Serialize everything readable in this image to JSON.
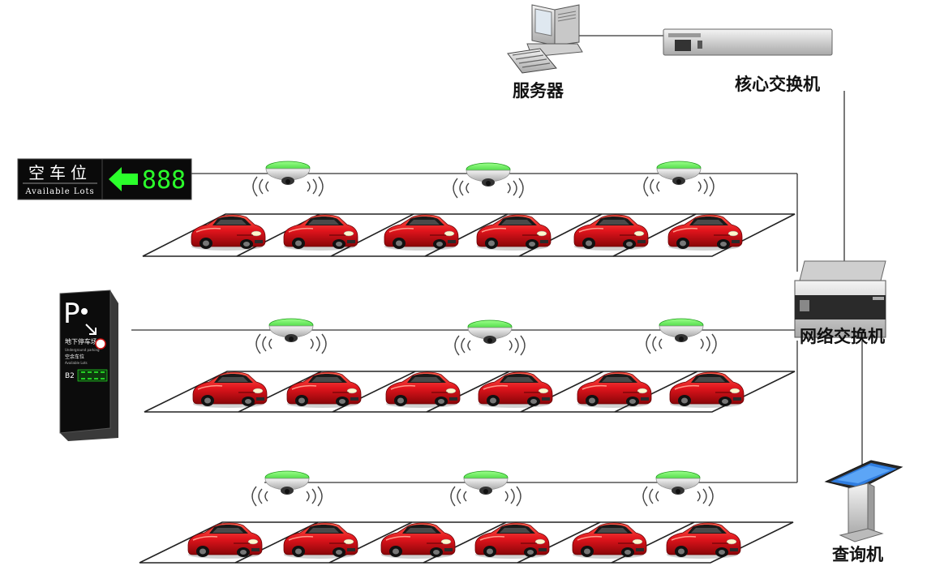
{
  "labels": {
    "server": "服务器",
    "core_switch": "核心交换机",
    "network_switch": "网络交换机",
    "kiosk": "查询机"
  },
  "signboard": {
    "cn_text": "空车位",
    "en_text": "Available Lots",
    "arrow_icon": "left-arrow-icon",
    "digits": "888"
  },
  "totem": {
    "letter": "P",
    "cn_text": "地下停车场",
    "en_text": "Underground parking",
    "lots_cn": "空余车位",
    "lots_en": "Available Lots",
    "level": "B2"
  },
  "colors": {
    "car_red": "#e0141c",
    "sensor_green": "#3ee03a",
    "led_green": "#2bff2b",
    "line": "#333333"
  }
}
